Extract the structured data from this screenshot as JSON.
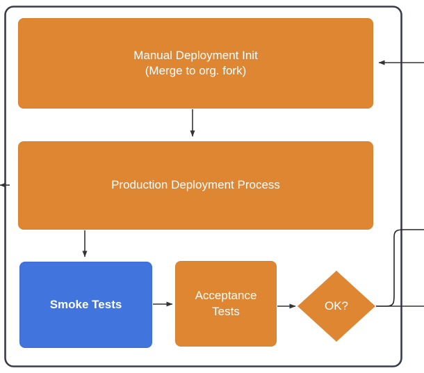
{
  "diagram": {
    "type": "flowchart",
    "title": "",
    "colors": {
      "orange": "#df8633",
      "blue": "#4274de",
      "container_border": "#383b4a",
      "edge": "#333333",
      "node_text": "#ffffff",
      "background": "#ffffff"
    },
    "container": {
      "name": "deployment-subgraph",
      "label": ""
    },
    "nodes": [
      {
        "id": "manual-init",
        "shape": "rounded-rect",
        "color": "orange",
        "line1": "Manual Deployment Init",
        "line2": "(Merge to org. fork)"
      },
      {
        "id": "prod-deploy",
        "shape": "rounded-rect",
        "color": "orange",
        "line1": "Production Deployment Process",
        "line2": ""
      },
      {
        "id": "smoke-tests",
        "shape": "rounded-rect",
        "color": "blue",
        "bold": true,
        "line1": "Smoke Tests",
        "line2": ""
      },
      {
        "id": "acceptance-tests",
        "shape": "rounded-rect",
        "color": "orange",
        "line1": "Acceptance",
        "line2": "Tests"
      },
      {
        "id": "ok-decision",
        "shape": "diamond",
        "color": "orange",
        "line1": "OK?",
        "line2": ""
      }
    ],
    "edges": [
      {
        "id": "manual-to-prod",
        "from": "manual-init",
        "to": "prod-deploy",
        "label": "",
        "direction": "down"
      },
      {
        "id": "prod-to-smoke",
        "from": "prod-deploy",
        "to": "smoke-tests",
        "label": "",
        "direction": "down"
      },
      {
        "id": "smoke-to-acceptance",
        "from": "smoke-tests",
        "to": "acceptance-tests",
        "label": "",
        "direction": "right"
      },
      {
        "id": "acceptance-to-ok",
        "from": "acceptance-tests",
        "to": "ok-decision",
        "label": "",
        "direction": "right"
      },
      {
        "id": "ok-feedback-out",
        "from": "ok-decision",
        "to": "external-right",
        "label": "",
        "direction": "right"
      },
      {
        "id": "external-to-manual",
        "from": "external-right",
        "to": "manual-init",
        "label": "",
        "direction": "left"
      },
      {
        "id": "container-to-external-left",
        "from": "deployment-subgraph",
        "to": "external-left",
        "label": "",
        "direction": "left"
      }
    ]
  }
}
